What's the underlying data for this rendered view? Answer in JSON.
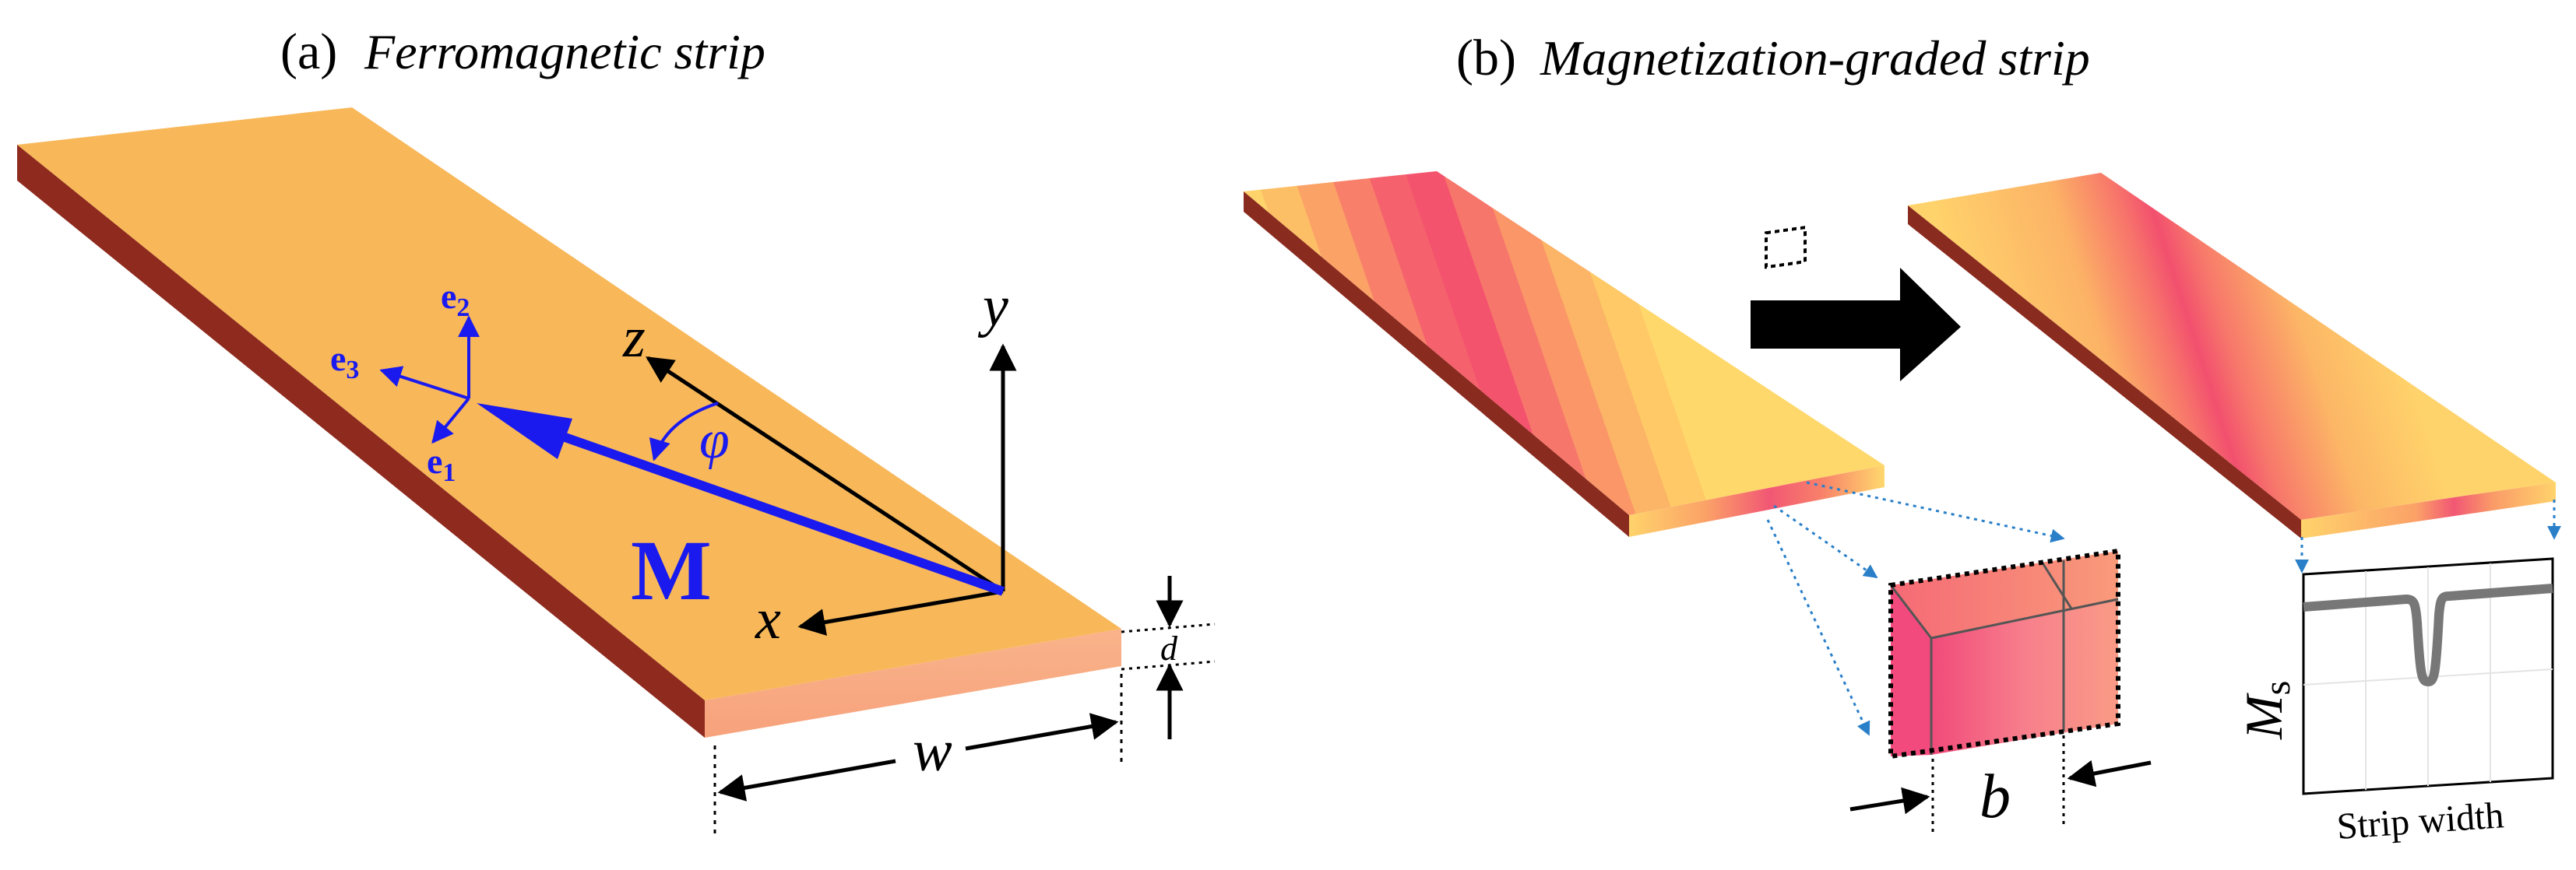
{
  "panel_a": {
    "letter": "(a)",
    "title": "Ferromagnetic strip",
    "axis_x": "x",
    "axis_y": "y",
    "axis_z": "z",
    "angle": "φ",
    "vector": "M",
    "e1": "e",
    "e1_sub": "1",
    "e2": "e",
    "e2_sub": "2",
    "e3": "e",
    "e3_sub": "3",
    "width": "w",
    "thickness": "d"
  },
  "panel_b": {
    "letter": "(b)",
    "title": "Magnetization-graded strip",
    "segment_width": "b",
    "inset_ylabel": "M",
    "inset_ylabel_sub": "s",
    "inset_xlabel": "Strip width"
  },
  "colors": {
    "strip_top": "#f7b85a",
    "strip_side": "#8e2a1e",
    "strip_front": "#f6a57e",
    "vector": "#1a1aee",
    "pink": "#f2576f",
    "yellow": "#ffd267",
    "profile": "#777777"
  }
}
